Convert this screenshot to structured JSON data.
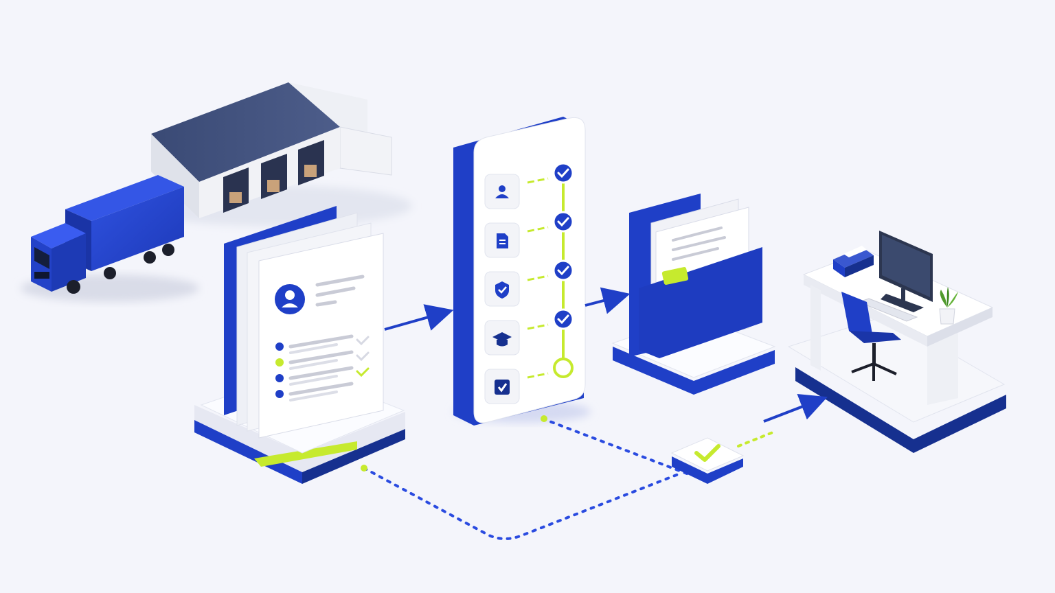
{
  "colors": {
    "background": "#f4f5fb",
    "brand_blue": "#1f3fc7",
    "navy": "#16308f",
    "accent_lime": "#c6ea2e",
    "panel_white": "#fbfcff",
    "shadow_grey": "#dde1ee",
    "line_grey": "#c9cbd6",
    "roof_slate": "#3f4f78"
  },
  "stages": [
    {
      "id": "logistics",
      "icon": "warehouse-and-truck-icon"
    },
    {
      "id": "application",
      "icon": "document-stack-icon"
    },
    {
      "id": "verification",
      "icon": "checklist-panel-icon"
    },
    {
      "id": "filing",
      "icon": "folder-icon"
    },
    {
      "id": "onboarding",
      "icon": "desk-workstation-icon"
    }
  ],
  "verification_checklist": [
    {
      "icon": "person-icon",
      "state": "checked"
    },
    {
      "icon": "document-icon",
      "state": "checked"
    },
    {
      "icon": "shield-check-icon",
      "state": "checked"
    },
    {
      "icon": "graduation-cap-icon",
      "state": "checked"
    },
    {
      "icon": "checkbox-icon",
      "state": "pending"
    }
  ],
  "application_checks": [
    {
      "bullet": "blue",
      "state": "unchecked"
    },
    {
      "bullet": "lime",
      "state": "unchecked"
    },
    {
      "bullet": "blue",
      "state": "checked"
    },
    {
      "bullet": "blue",
      "state": "none"
    }
  ]
}
